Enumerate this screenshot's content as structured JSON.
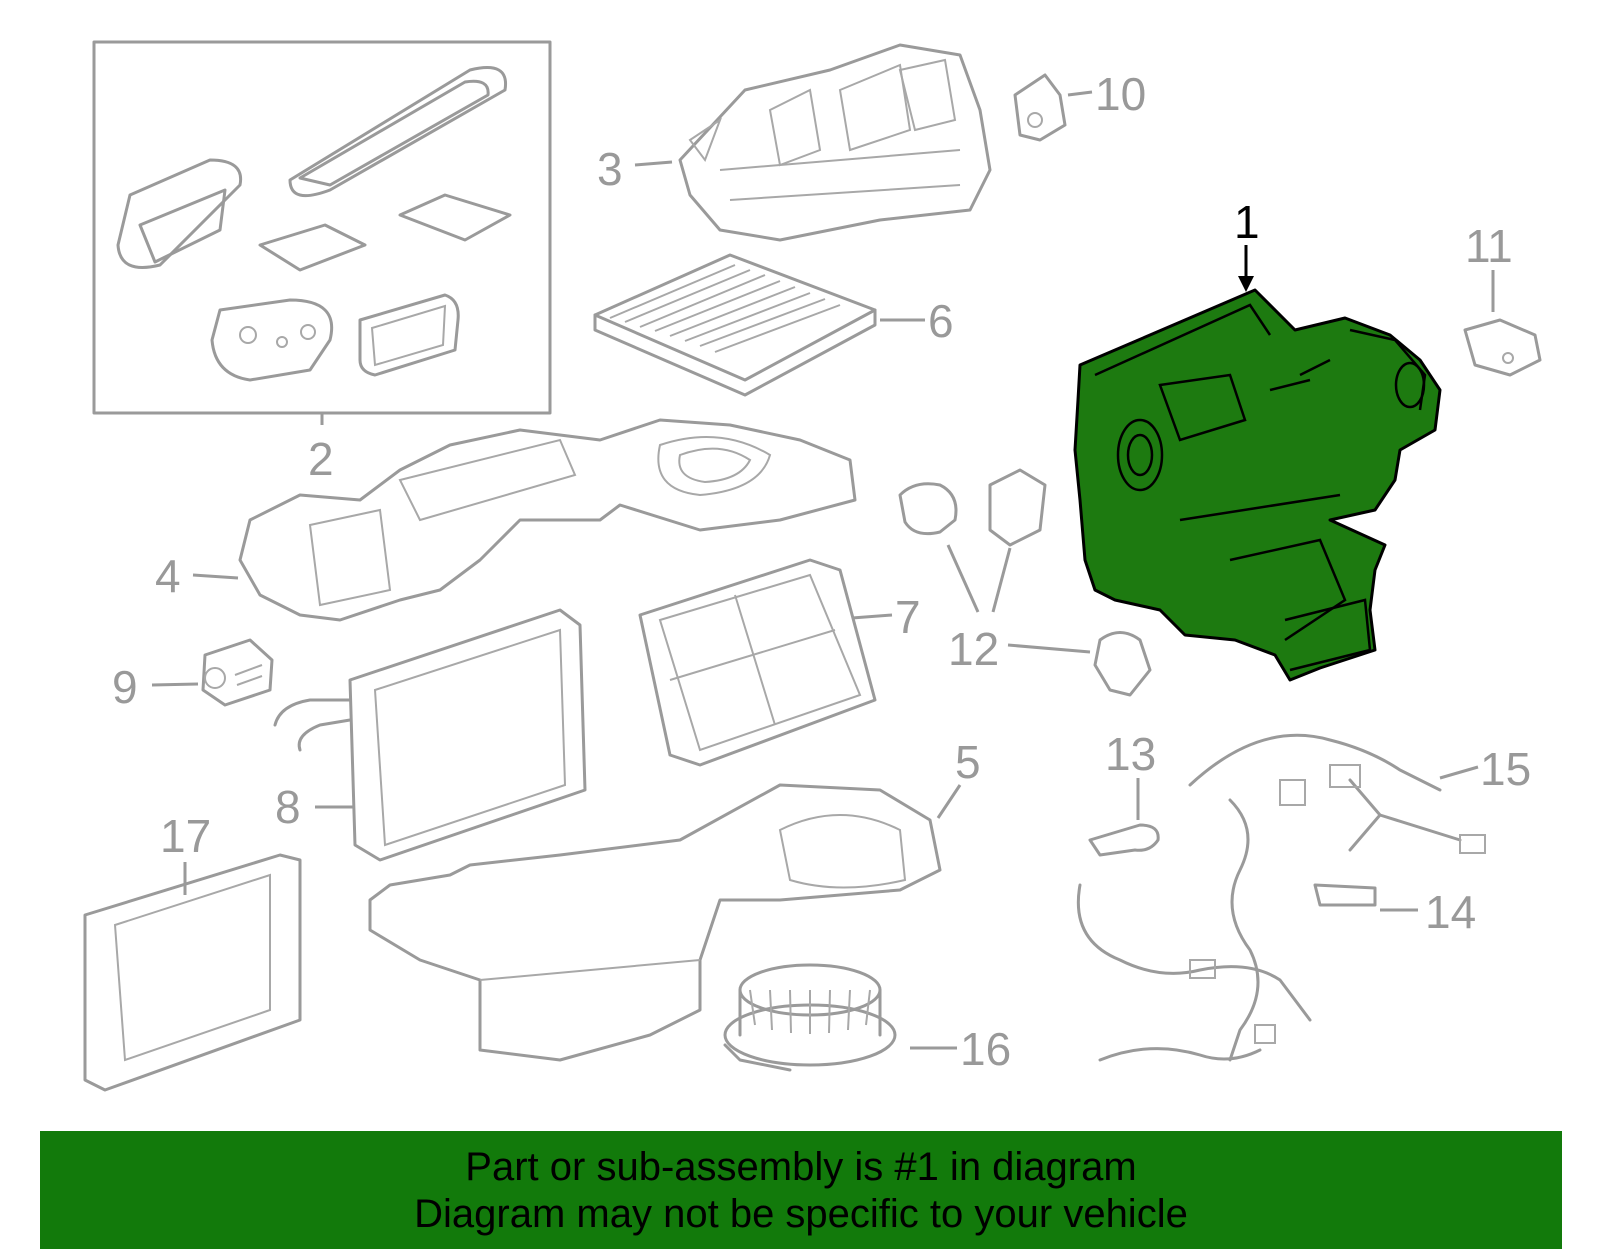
{
  "callouts": {
    "c1": "1",
    "c2": "2",
    "c3": "3",
    "c4": "4",
    "c5": "5",
    "c6": "6",
    "c7": "7",
    "c8": "8",
    "c9": "9",
    "c10": "10",
    "c11": "11",
    "c12": "12",
    "c13": "13",
    "c14": "14",
    "c15": "15",
    "c16": "16",
    "c17": "17"
  },
  "banner": {
    "line1": "Part or sub-assembly is #1 in diagram",
    "line2": "Diagram may not be specific to your vehicle"
  },
  "colors": {
    "highlight": "#1d7a10",
    "banner": "#127a0b",
    "part_line": "#9a9a9a"
  }
}
